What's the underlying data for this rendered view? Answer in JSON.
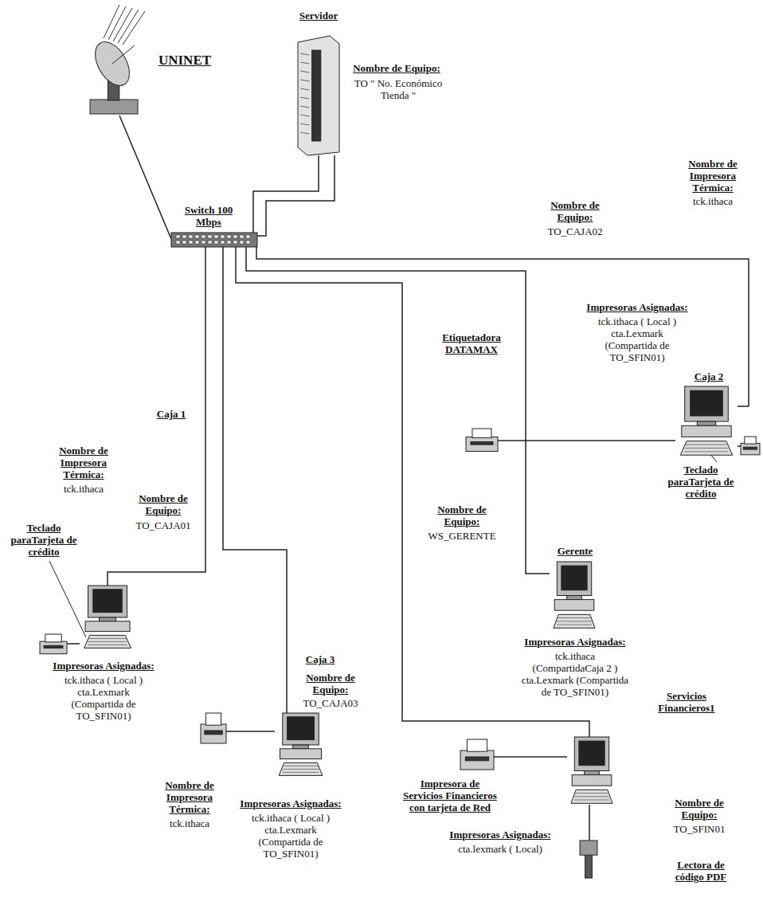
{
  "diagram": {
    "nodes": [
      {
        "text": [
          "UNINET"
        ]
      },
      {
        "text": [
          "Servidor",
          "Nombre de Equipo:",
          "TO \" No. Económico Tienda \""
        ]
      },
      {
        "text": [
          "Switch 100 Mbps"
        ]
      },
      {
        "text": [
          "Caja 2",
          "Nombre de Equipo:",
          "TO_CAJA02",
          "Impresoras Asignadas:",
          "tck.ithaca ( Local ) cta.Lexmark (Compartida de TO_SFIN01)"
        ]
      },
      {
        "text": [
          "Nombre de Impresora Térmica:",
          "tck.ithaca"
        ]
      },
      {
        "text": [
          "Etiquetadora DATAMAX"
        ]
      },
      {
        "text": [
          "Caja 1",
          "Nombre de Equipo:",
          "TO_CAJA01",
          "Impresoras Asignadas:",
          "tck.ithaca ( Local ) cta.Lexmark (Compartida de TO_SFIN01)"
        ]
      },
      {
        "text": [
          "Nombre de Impresora Térmica:",
          "tck.ithaca"
        ]
      },
      {
        "text": [
          "Gerente",
          "Nombre de Equipo:",
          "WS_GERENTE",
          "Impresoras Asignadas:",
          "tck.ithaca (CompartidaCaja 2 ) cta.Lexmark (Compartida de TO_SFIN01)"
        ]
      },
      {
        "text": [
          "Caja 3",
          "Nombre de Equipo:",
          "TO_CAJA03",
          "Impresoras Asignadas:",
          "tck.ithaca ( Local ) cta.Lexmark (Compartida de TO_SFIN01)"
        ]
      },
      {
        "text": [
          "Nombre de Impresora Térmica:",
          "tck.ithaca"
        ]
      },
      {
        "text": [
          "Servicios Financieros1",
          "Nombre de Equipo:",
          "TO_SFIN01",
          "Impresoras Asignadas:",
          "cta.lexmark ( Local)"
        ]
      },
      {
        "text": [
          "Impresora de Servicios Financieros con tarjeta de Red"
        ]
      },
      {
        "text": [
          "Lectora de código PDF"
        ]
      }
    ],
    "edges": [
      {
        "from": 0,
        "to": 2,
        "arrow": "none"
      },
      {
        "from": 2,
        "to": 1,
        "arrow": "none"
      },
      {
        "from": 2,
        "to": 3,
        "arrow": "none"
      },
      {
        "from": 3,
        "to": 4,
        "arrow": "none"
      },
      {
        "from": 3,
        "to": 5,
        "arrow": "none"
      },
      {
        "from": 2,
        "to": 6,
        "arrow": "none"
      },
      {
        "from": 6,
        "to": 7,
        "arrow": "none"
      },
      {
        "from": 2,
        "to": 8,
        "arrow": "none"
      },
      {
        "from": 2,
        "to": 9,
        "arrow": "none"
      },
      {
        "from": 9,
        "to": 10,
        "arrow": "none"
      },
      {
        "from": 2,
        "to": 11,
        "arrow": "none"
      },
      {
        "from": 11,
        "to": 12,
        "arrow": "none"
      },
      {
        "from": 11,
        "to": 13,
        "arrow": "none"
      }
    ],
    "labels": [
      "Teclado paraTarjeta de crédito",
      "Teclado paraTarjeta de crédito"
    ]
  }
}
